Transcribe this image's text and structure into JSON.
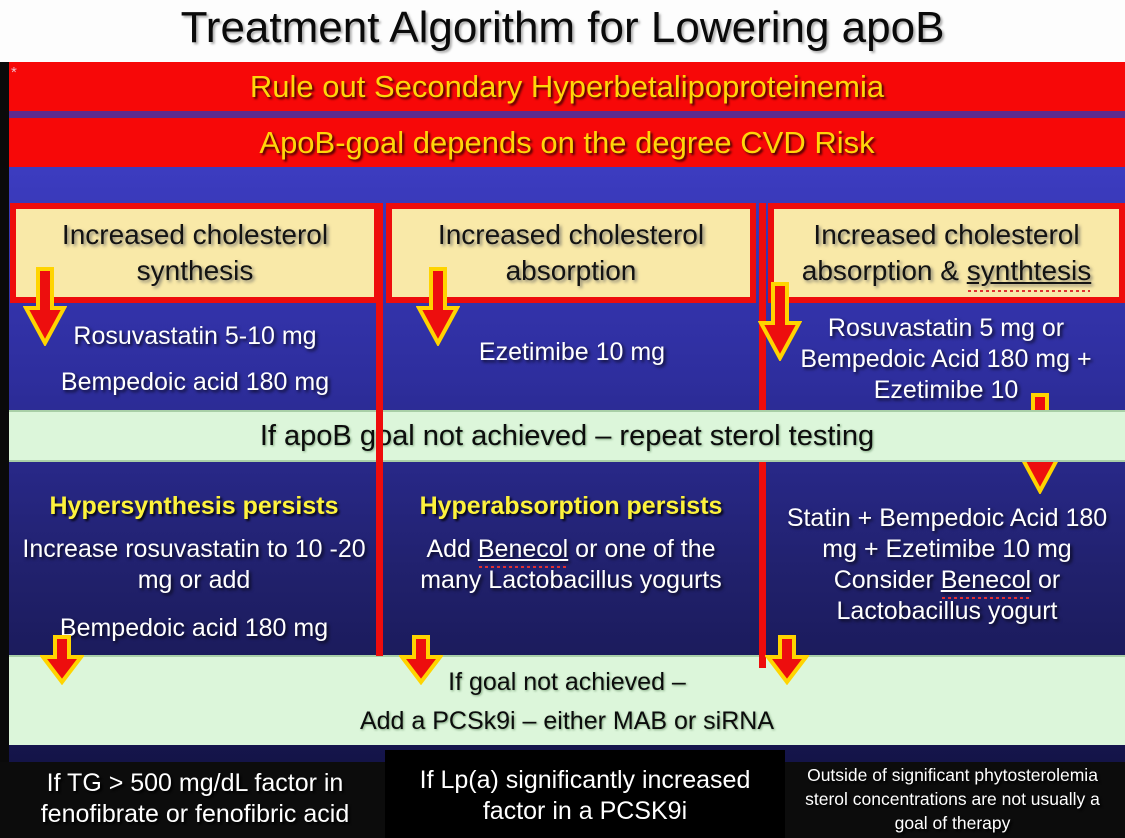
{
  "title": "Treatment Algorithm for Lowering apoB",
  "note_mark": "*",
  "banners": {
    "rule_out": "Rule out Secondary Hyperbetalipoproteinemia",
    "apob_goal": "ApoB-goal depends on the degree CVD Risk"
  },
  "col1": {
    "header_l1": "Increased cholesterol",
    "header_l2": "synthesis",
    "rx_l1": "Rosuvastatin 5-10 mg",
    "rx_l2": "Bempedoic acid 180 mg",
    "persist_title": "Hypersynthesis persists",
    "persist_l1": "Increase rosuvastatin to 10 -20",
    "persist_l2": "mg or add",
    "persist_l3": "Bempedoic acid 180 mg"
  },
  "col2": {
    "header_l1": "Increased cholesterol",
    "header_l2": "absorption",
    "rx_l1": "Ezetimibe 10 mg",
    "persist_title": "Hyperabsorption persists",
    "persist_l1_pre": "Add ",
    "persist_l1_u": "Benecol",
    "persist_l1_post": " or one of the",
    "persist_l2": "many Lactobacillus yogurts"
  },
  "col3": {
    "header_l1": "Increased cholesterol",
    "header_l2_pre": "absorption & ",
    "header_l2_u": "synthtesis",
    "rx_l1": "Rosuvastatin 5 mg or",
    "rx_l2": "Bempedoic Acid 180 mg +",
    "rx_l3": "Ezetimibe 10",
    "persist_l1": "Statin + Bempedoic Acid 180",
    "persist_l2": "mg + Ezetimibe 10 mg",
    "persist_l3_pre": "Consider ",
    "persist_l3_u": "Benecol",
    "persist_l3_post": " or",
    "persist_l4": "Lactobacillus yogurt"
  },
  "band1_text": "If apoB goal not achieved – repeat sterol testing",
  "band2": {
    "line1": "If goal not achieved –",
    "line2": "Add a PCSk9i – either MAB or siRNA"
  },
  "footer": {
    "col1_l1": "If TG > 500 mg/dL factor in",
    "col1_l2": "fenofibrate or fenofibric acid",
    "col2_l1": "If Lp(a) significantly increased",
    "col2_l2": "factor in a PCSK9i",
    "col3_l1": "Outside of significant phytosterolemia",
    "col3_l2": "sterol concentrations are not usually a",
    "col3_l3": "goal of therapy"
  },
  "colors": {
    "banner_red": "#f70808",
    "banner_yellow": "#ffd60a",
    "header_cream": "#f9e9a8",
    "border_red": "#ee0c0c",
    "panel_blue_top": "#3c3cc0",
    "panel_blue_bottom": "#141448",
    "band_green": "#dcf6da",
    "persist_yellow": "#fdf23c",
    "arrow_red": "#ed0e0e",
    "arrow_yellow": "#ffd400",
    "footer_black": "#0c0c0c",
    "purple_strip": "#5e2b8e"
  }
}
